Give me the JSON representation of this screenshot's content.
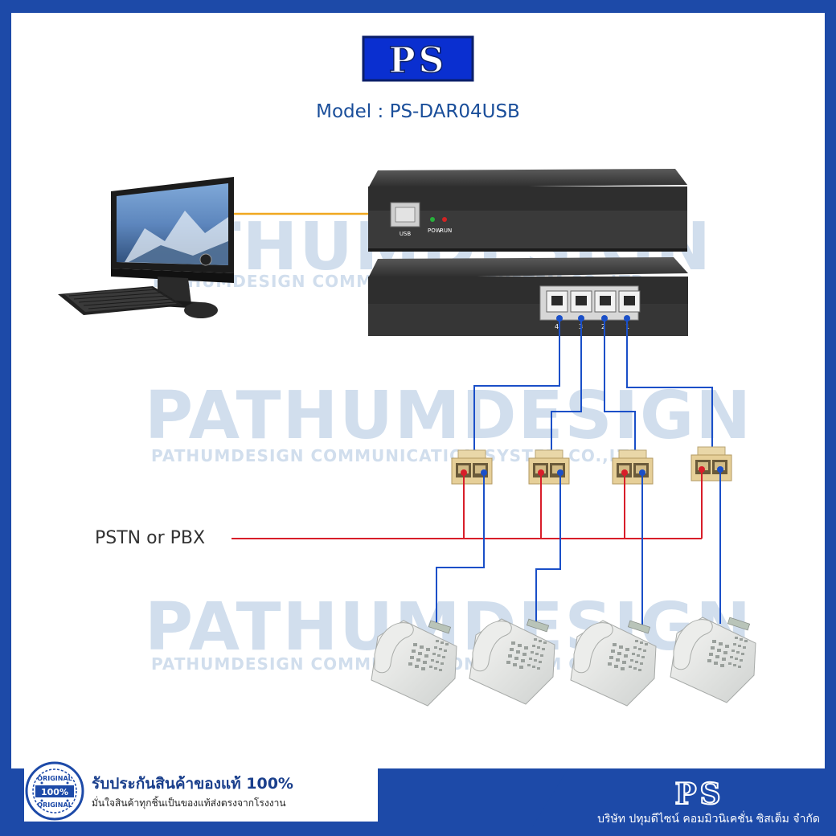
{
  "logo": {
    "text": "PS"
  },
  "header": {
    "model": "Model : PS-DAR04USB"
  },
  "device": {
    "usb_label": "USB",
    "pow_label": "POW",
    "run_label": "RUN",
    "port_numbers": [
      "4",
      "3",
      "2",
      "1"
    ]
  },
  "pstn": {
    "label": "PSTN or PBX"
  },
  "watermark": {
    "brand": "PATHUMDESIGN",
    "tagline": "PATHUMDESIGN COMMUNICATION SYSTEM CO.,LTD"
  },
  "warranty": {
    "badge_top": "ORIGINAL",
    "badge_center": "100%",
    "badge_bottom": "ORIGINAL",
    "title": "รับประกันสินค้าของแท้ 100%",
    "subtitle": "มั่นใจสินค้าทุกชิ้นเป็นของแท้ส่งตรงจากโรงงาน"
  },
  "footer": {
    "logo_text": "PS",
    "company": "บริษัท ปทุมดีไซน์ คอมมิวนิเคชั่น ซิสเต็ม จำกัด"
  },
  "colors": {
    "brand_blue": "#1d4aa8",
    "line_blue": "#1a4fc8",
    "line_red": "#d81e2a",
    "usb_cable": "#f0a820"
  }
}
